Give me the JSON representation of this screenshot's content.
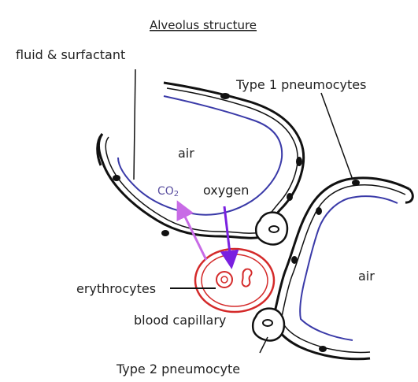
{
  "diagram": {
    "title": "Alveolus structure",
    "labels": {
      "fluid_surfactant": "fluid & surfactant",
      "type1": "Type 1 pneumocytes",
      "air_left": "air",
      "air_right": "air",
      "co2_base": "CO",
      "co2_sub": "2",
      "oxygen": "oxygen",
      "erythrocytes": "erythrocytes",
      "blood_capillary": "blood capillary",
      "type2": "Type 2 pneumocyte"
    },
    "colors": {
      "outline": "#111111",
      "fluid_line": "#3a3aa8",
      "capillary": "#d42a2a",
      "co2_arrow": "#c86be6",
      "oxygen_arrow": "#7a20e0",
      "co2_text": "#5a4fa0",
      "text": "#222222"
    }
  }
}
